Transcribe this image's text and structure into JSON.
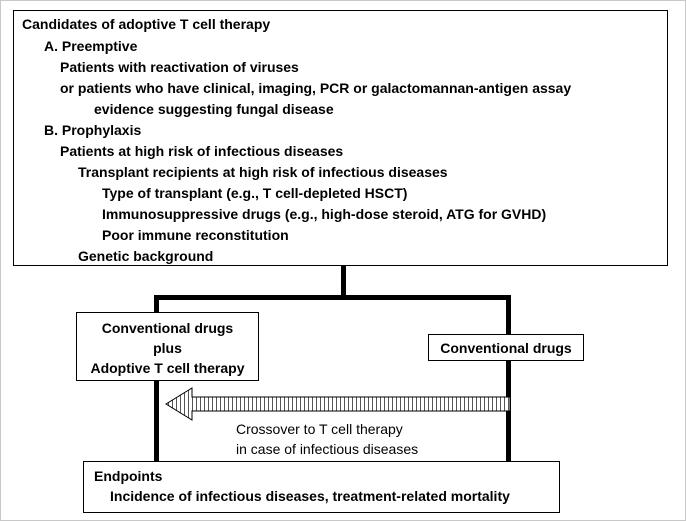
{
  "candidates": {
    "title": "Candidates of adoptive T cell therapy",
    "a_heading": "A. Preemptive",
    "a_line1": "Patients with reactivation of viruses",
    "a_line2": "or  patients who have clinical, imaging, PCR or galactomannan-antigen assay",
    "a_line3": "evidence suggesting fungal disease",
    "b_heading": "B. Prophylaxis",
    "b_line1": "Patients at high risk of infectious diseases",
    "b_line2": "Transplant recipients at high risk of infectious diseases",
    "b_line3": "Type of transplant (e.g.,  T cell-depleted HSCT)",
    "b_line4": "Immunosuppressive drugs (e.g.,  high-dose steroid, ATG for GVHD)",
    "b_line5": "Poor immune reconstitution",
    "b_line6": "Genetic background"
  },
  "left_arm": {
    "line1": "Conventional drugs",
    "line2": "plus",
    "line3": "Adoptive T cell therapy"
  },
  "right_arm": {
    "label": "Conventional drugs"
  },
  "crossover": {
    "line1": "Crossover to T cell therapy",
    "line2": "in case of infectious diseases"
  },
  "endpoints": {
    "title": "Endpoints",
    "line1": "Incidence of infectious diseases, treatment-related mortality"
  }
}
